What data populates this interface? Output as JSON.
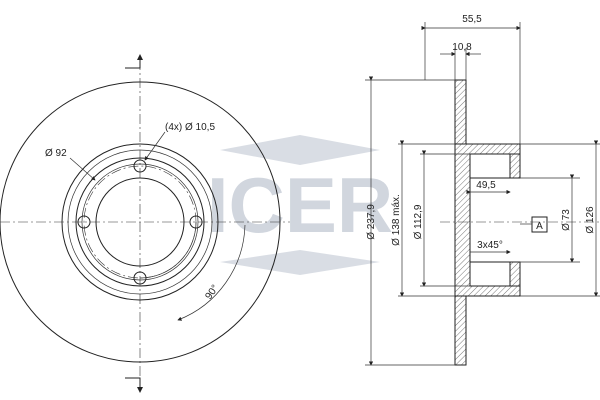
{
  "watermark": {
    "text": "ICER",
    "color": "#c9cfd9"
  },
  "front_view": {
    "hole_label": "(4x) Ø 10,5",
    "pcd_label": "Ø 92",
    "angle_label": "90°"
  },
  "section_view": {
    "total_height": "55,5",
    "disc_thickness": "10,8",
    "outer_diameter": "Ø 237,9",
    "friction_diameter": "Ø 138 máx.",
    "hat_diameter": "Ø 112,9",
    "hat_depth": "49,5",
    "chamfer": "3x45°",
    "datum": "A",
    "center_bore": "Ø 73",
    "bore_outer": "Ø 126"
  },
  "colors": {
    "hatch": "#777777",
    "ink": "#222222"
  }
}
